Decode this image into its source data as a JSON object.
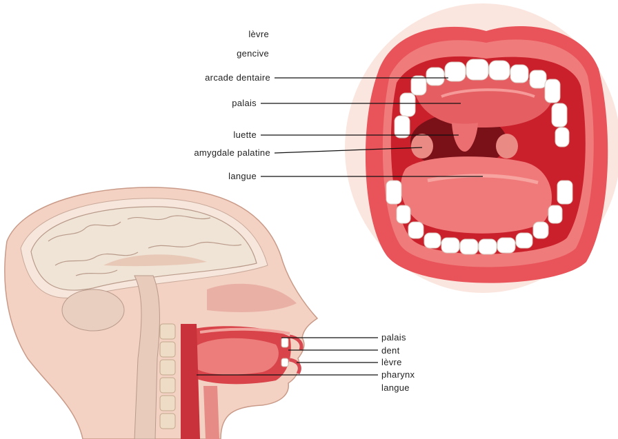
{
  "mouth_labels": {
    "levre": "lèvre",
    "gencive": "gencive",
    "arcade": "arcade dentaire",
    "palais": "palais",
    "luette": "luette",
    "amygdale": "amygdale palatine",
    "langue": "langue"
  },
  "head_labels": {
    "palais": "palais",
    "dent": "dent",
    "levre": "lèvre",
    "pharynx": "pharynx",
    "langue": "langue"
  },
  "colors": {
    "lip": "#e8545a",
    "mouth_cavity": "#c9202b",
    "tongue": "#f07a7a",
    "teeth": "#ffffff",
    "skin": "#f3d2c4",
    "brain": "#f0e4d6",
    "leader_line": "#111111"
  }
}
